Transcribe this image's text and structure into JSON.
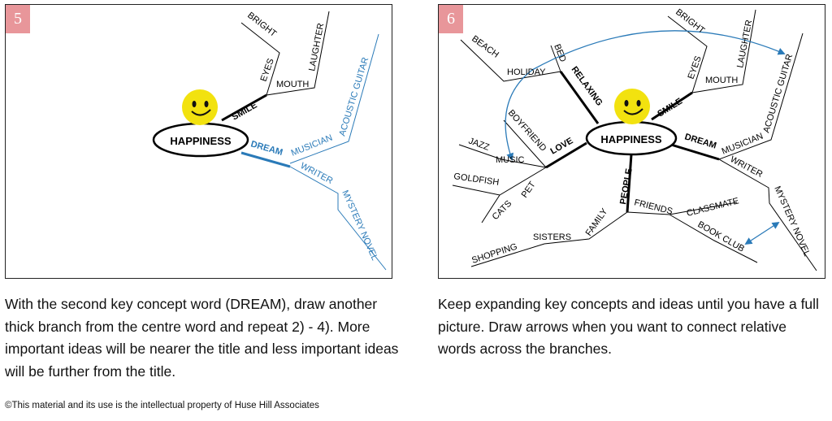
{
  "colors": {
    "badge": "#e8969a",
    "branch": "#000000",
    "dream_branch": "#2a7ab8",
    "arrow": "#2a7ab8",
    "smiley": "#f2e20f"
  },
  "icons": {
    "smiley": "smiley-face-icon"
  },
  "panel_5": {
    "number": "5",
    "center": "HAPPINESS",
    "words": {
      "smile": "SMILE",
      "eyes": "EYES",
      "bright": "BRIGHT",
      "mouth": "MOUTH",
      "laughter": "LAUGHTER",
      "dream": "DREAM",
      "musician": "MUSICIAN",
      "acoustic_guitar": "ACOUSTIC GUITAR",
      "writer": "WRITER",
      "mystery_novel": "MYSTERY NOVEL"
    }
  },
  "panel_6": {
    "number": "6",
    "center": "HAPPINESS",
    "words": {
      "smile": "SMILE",
      "eyes": "EYES",
      "bright": "BRIGHT",
      "mouth": "MOUTH",
      "laughter": "LAUGHTER",
      "dream": "DREAM",
      "musician": "MUSICIAN",
      "acoustic_guitar": "ACOUSTIC GUITAR",
      "writer": "WRITER",
      "mystery_novel": "MYSTERY NOVEL",
      "relaxing": "RELAXING",
      "bed": "BED",
      "holiday": "HOLIDAY",
      "beach": "BEACH",
      "love": "LOVE",
      "boyfriend": "BOYFRIEND",
      "music": "MUSIC",
      "jazz": "JAZZ",
      "pet": "PET",
      "goldfish": "GOLDFISH",
      "cats": "CATS",
      "people": "PEOPLE",
      "family": "FAMILY",
      "sisters": "SISTERS",
      "shopping": "SHOPPING",
      "friends": "FRIENDS",
      "classmate": "CLASSMATE",
      "book_club": "BOOK CLUB"
    }
  },
  "captions": {
    "step_5": "With the second key concept word (DREAM), draw another thick branch from the centre word and repeat 2) - 4). More important ideas will be nearer the title and less important ideas will be further from the title.",
    "step_6": "Keep expanding key concepts and ideas until you have a full picture. Draw arrows when you want to connect relative words across the branches."
  },
  "footer": "©This material and its use is the intellectual property of Huse Hill Associates"
}
